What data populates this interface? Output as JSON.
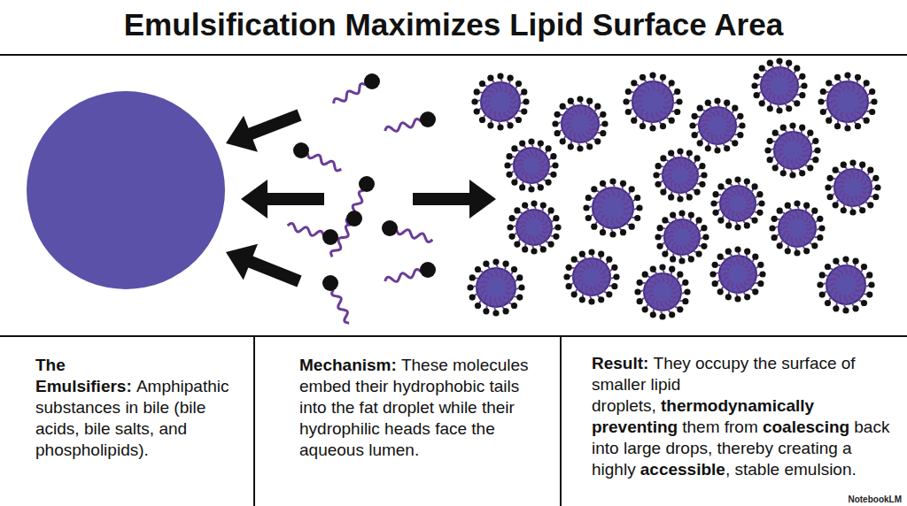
{
  "diagram": {
    "title": "Emulsification Maximizes Lipid Surface Area",
    "nodes": [
      {
        "text": [
          "The Emulsifiers:",
          "Amphipathic substances in bile (bile acids, bile salts, and phospholipids)."
        ]
      },
      {
        "text": [
          "Mechanism:",
          "These molecules embed their hydrophobic tails into the fat droplet while their hydrophilic heads face the aqueous lumen."
        ]
      },
      {
        "text": [
          "Result:",
          "They occupy the surface of smaller lipid droplets,",
          "thermodynamically preventing",
          "them from",
          "coalescing",
          "back into large drops, thereby creating a highly",
          "accessible",
          ", stable emulsion."
        ]
      }
    ],
    "labels": [
      "NotebookLM"
    ]
  }
}
